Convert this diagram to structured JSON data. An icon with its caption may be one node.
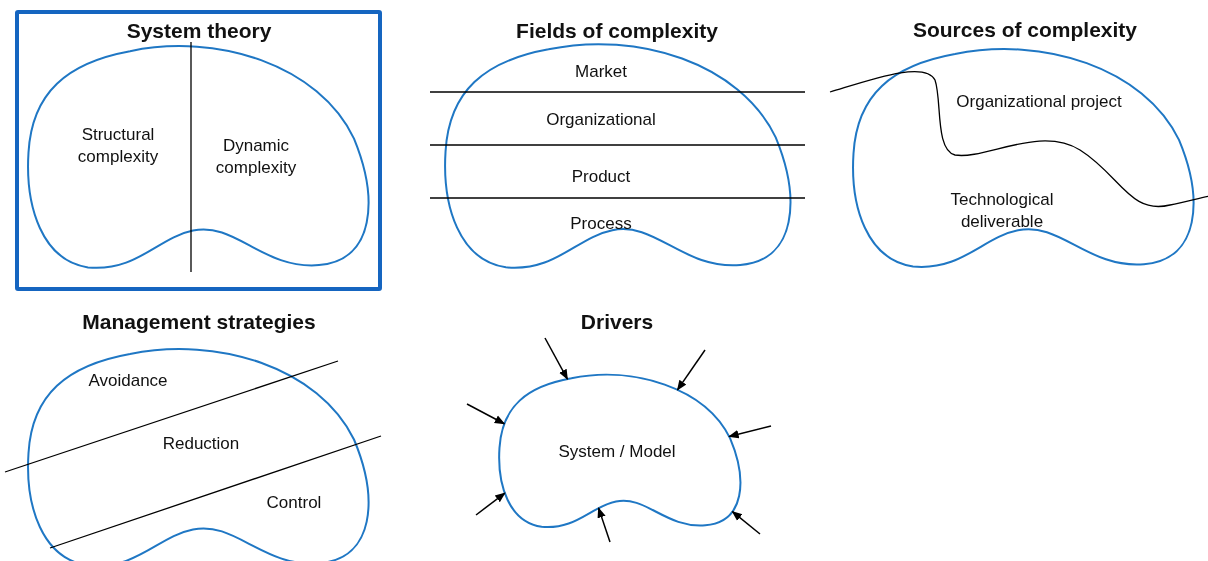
{
  "diagram": {
    "nodes": [
      {
        "text": [
          "System theory"
        ]
      },
      {
        "text": [
          "Structural complexity",
          "Dynamic complexity"
        ],
        "in": 0
      },
      {
        "text": [
          "Fields of complexity",
          "Market",
          "Organizational",
          "Product",
          "Process"
        ]
      },
      {
        "text": [
          "Sources of complexity",
          "Organizational project",
          "Technological deliverable"
        ]
      },
      {
        "text": [
          "Management strategies",
          "Avoidance",
          "Reduction",
          "Control"
        ]
      },
      {
        "text": [
          "Drivers",
          "System / Model"
        ]
      }
    ],
    "edges": [
      {
        "from": null,
        "to": 5,
        "arrow": "to"
      },
      {
        "from": null,
        "to": 5,
        "arrow": "to"
      },
      {
        "from": null,
        "to": 5,
        "arrow": "to"
      },
      {
        "from": null,
        "to": 5,
        "arrow": "to"
      },
      {
        "from": null,
        "to": 5,
        "arrow": "to"
      },
      {
        "from": null,
        "to": 5,
        "arrow": "to"
      },
      {
        "from": null,
        "to": 5,
        "arrow": "to"
      }
    ]
  }
}
